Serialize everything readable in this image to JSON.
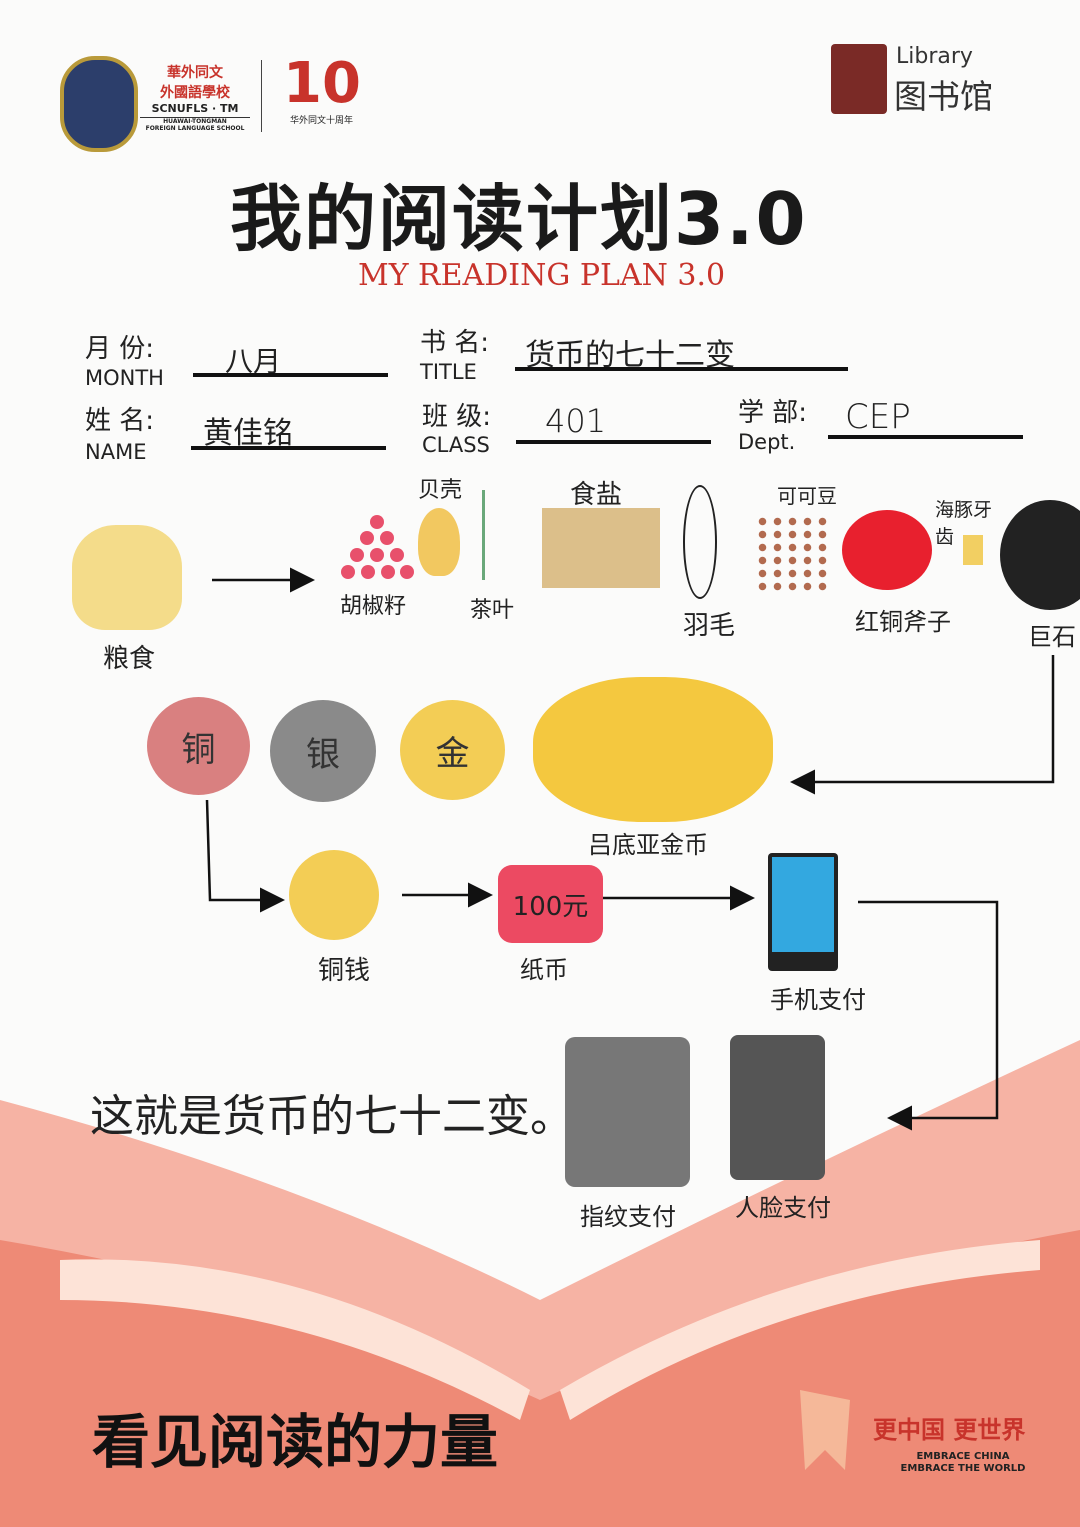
{
  "header": {
    "school_cn_1": "華外同文",
    "school_cn_2": "外國語學校",
    "school_abbr": "SCNUFLS · TM",
    "school_en_1": "HUAWAI-TONGMAN",
    "school_en_2": "FOREIGN LANGUAGE SCHOOL",
    "anniversary_cn": "华外同文十周年",
    "library_en": "Library",
    "library_cn": "图书馆"
  },
  "title": {
    "cn": "我的阅读计划3.0",
    "en": "MY READING PLAN 3.0"
  },
  "form": {
    "month_label_cn": "月 份:",
    "month_label_en": "MONTH",
    "month_value": "八月",
    "title_label_cn": "书 名:",
    "title_label_en": "TITLE",
    "title_value": "货币的七十二变",
    "name_label_cn": "姓 名:",
    "name_label_en": "NAME",
    "name_value": "黄佳铭",
    "class_label_cn": "班 级:",
    "class_label_en": "CLASS",
    "class_value": "401",
    "dept_label_cn": "学 部:",
    "dept_label_en": "Dept.",
    "dept_value": "CEP"
  },
  "drawing": {
    "grain": "粮食",
    "pepper": "胡椒籽",
    "shell": "贝壳",
    "tea": "茶叶",
    "salt": "食盐",
    "feather": "羽毛",
    "cocoa": "可可豆",
    "copper_axe": "红铜斧子",
    "dolphin_teeth": "海豚牙齿",
    "stone": "巨石",
    "copper": "铜",
    "silver": "银",
    "gold": "金",
    "lydian_coin": "吕底亚金币",
    "cash_coin": "铜钱",
    "banknote_face": "100元",
    "banknote": "纸币",
    "mobile_pay": "手机支付",
    "fingerprint_pay": "指纹支付",
    "face_pay": "人脸支付",
    "conclusion": "这就是货币的七十二变。"
  },
  "footer": {
    "slogan_cn": "看见阅读的力量",
    "motto_cn": "更中国 更世界",
    "motto_en_1": "EMBRACE CHINA",
    "motto_en_2": "EMBRACE THE WORLD"
  },
  "colors": {
    "accent_red": "#c8332b",
    "book_pink": "#f08a78",
    "gold": "#f2cf62"
  }
}
